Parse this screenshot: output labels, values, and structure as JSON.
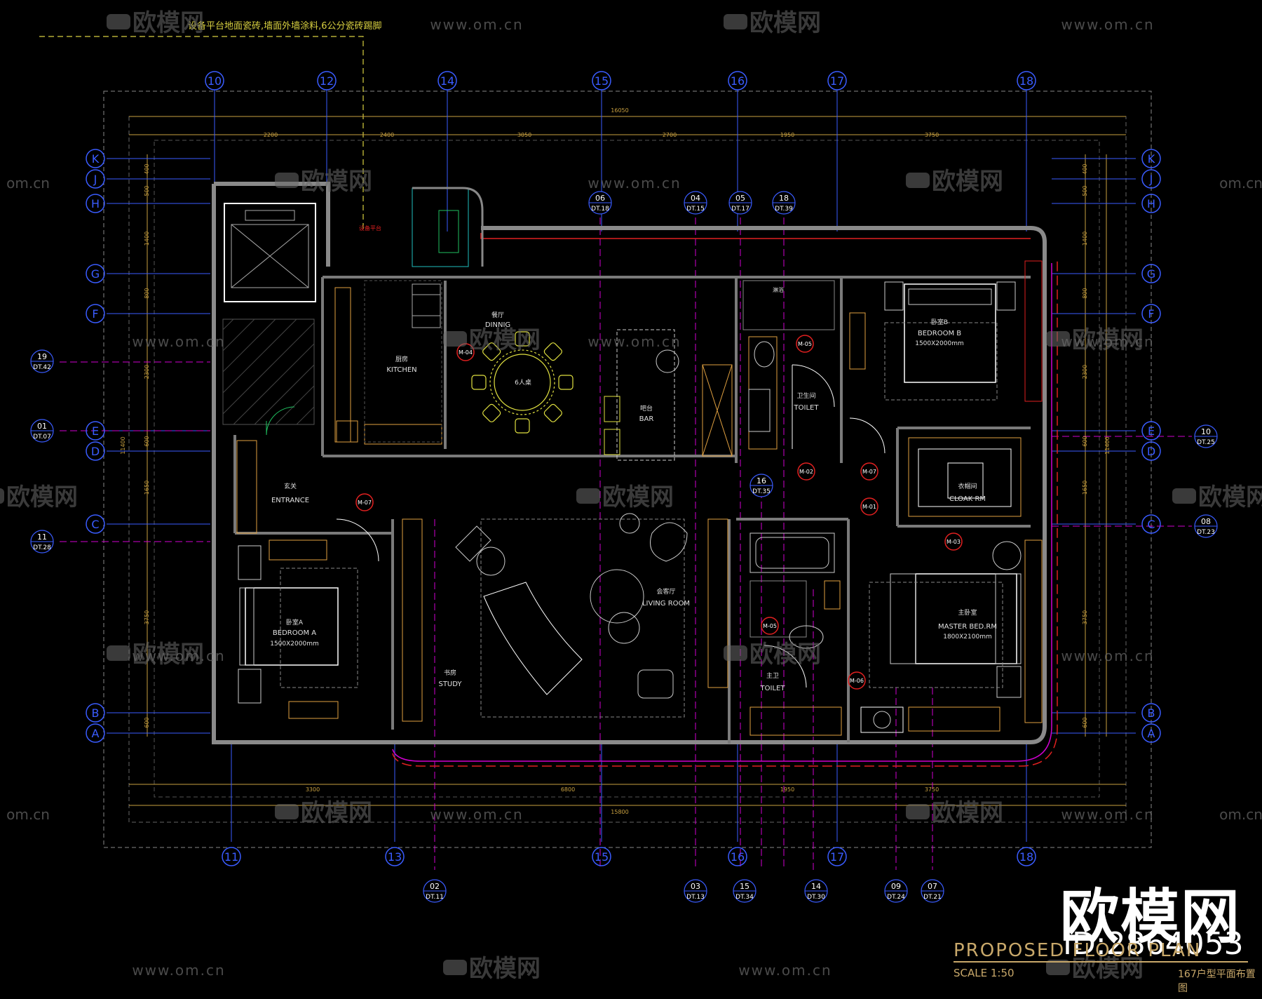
{
  "note_top": "设备平台地面瓷砖,墙面外墙涂料,6公分瓷砖踢脚",
  "grid_top": [
    "10",
    "12",
    "14",
    "15",
    "16",
    "17",
    "18"
  ],
  "grid_bottom": [
    "11",
    "13",
    "15",
    "16",
    "17",
    "18"
  ],
  "grid_rows": [
    "K",
    "J",
    "H",
    "G",
    "F",
    "E",
    "D",
    "C",
    "B",
    "A"
  ],
  "dims_top_total": "16050",
  "dims_top": [
    "2200",
    "2400",
    "3050",
    "2700",
    "1950",
    "3750"
  ],
  "dims_bottom_total": "15800",
  "dims_bottom": [
    "3300",
    "6800",
    "1950",
    "3750"
  ],
  "dims_side": [
    "400",
    "500",
    "1400",
    "800",
    "2300",
    "600",
    "1650",
    "3750",
    "600"
  ],
  "dims_side_total": "11400",
  "section_tags": [
    {
      "num": "06",
      "ref": "DT.18"
    },
    {
      "num": "04",
      "ref": "DT.15"
    },
    {
      "num": "05",
      "ref": "DT.17"
    },
    {
      "num": "18",
      "ref": "DT.39"
    },
    {
      "num": "16",
      "ref": "DT.35"
    },
    {
      "num": "19",
      "ref": "DT.42"
    },
    {
      "num": "01",
      "ref": "DT.07"
    },
    {
      "num": "11",
      "ref": "DT.28"
    },
    {
      "num": "10",
      "ref": "DT.25"
    },
    {
      "num": "08",
      "ref": "DT.23"
    },
    {
      "num": "02",
      "ref": "DT.11"
    },
    {
      "num": "03",
      "ref": "DT.13"
    },
    {
      "num": "15",
      "ref": "DT.34"
    },
    {
      "num": "14",
      "ref": "DT.30"
    },
    {
      "num": "09",
      "ref": "DT.24"
    },
    {
      "num": "07",
      "ref": "DT.21"
    }
  ],
  "rooms": {
    "kitchen_cn": "厨房",
    "kitchen": "KITCHEN",
    "dining_cn": "餐厅",
    "dining": "DINNIG",
    "dining_seats": "6人桌",
    "bar_cn": "吧台",
    "bar": "BAR",
    "toilet1_cn": "卫生间",
    "toilet1": "TOILET",
    "shower_cn": "淋浴",
    "bedroomB_cn": "卧室B",
    "bedroomB": "BEDROOM B",
    "bedroomB_size": "1500X2000mm",
    "entrance_cn": "玄关",
    "entrance": "ENTRANCE",
    "cloak_cn": "衣帽间",
    "cloak": "CLOAK RM",
    "bedroomA_cn": "卧室A",
    "bedroomA": "BEDROOM A",
    "bedroomA_size": "1500X2000mm",
    "study_cn": "书房",
    "study": "STUDY",
    "living_cn": "会客厅",
    "living": "LIVING ROOM",
    "toilet2_cn": "主卫",
    "toilet2": "TOILET",
    "master_cn": "主卧室",
    "master": "MASTER BED.RM",
    "master_size": "1800X2100mm",
    "platform_cn": "设备平台"
  },
  "door_tags": [
    "M-04",
    "M-05",
    "M-02",
    "M-07",
    "M-01",
    "M-03",
    "M-07",
    "M-05",
    "M-06"
  ],
  "watermark_brand": "欧模网",
  "watermark_url": "www.om.cn",
  "watermark_url_short": "om.cn",
  "brand_big": "欧模网",
  "brand_id": "ID:2864053",
  "title_en": "PROPOSED FLOOR PLAN",
  "scale": "SCALE 1:50",
  "title_cn": "167户型平面布置图",
  "colors": {
    "grid": "#3a5cff",
    "wall": "#7a7a7a",
    "magenta": "#d000d0",
    "yellow": "#e0e040",
    "red": "#e02020",
    "cyan": "#20c0c0",
    "watermark": "#6a6a6a"
  }
}
